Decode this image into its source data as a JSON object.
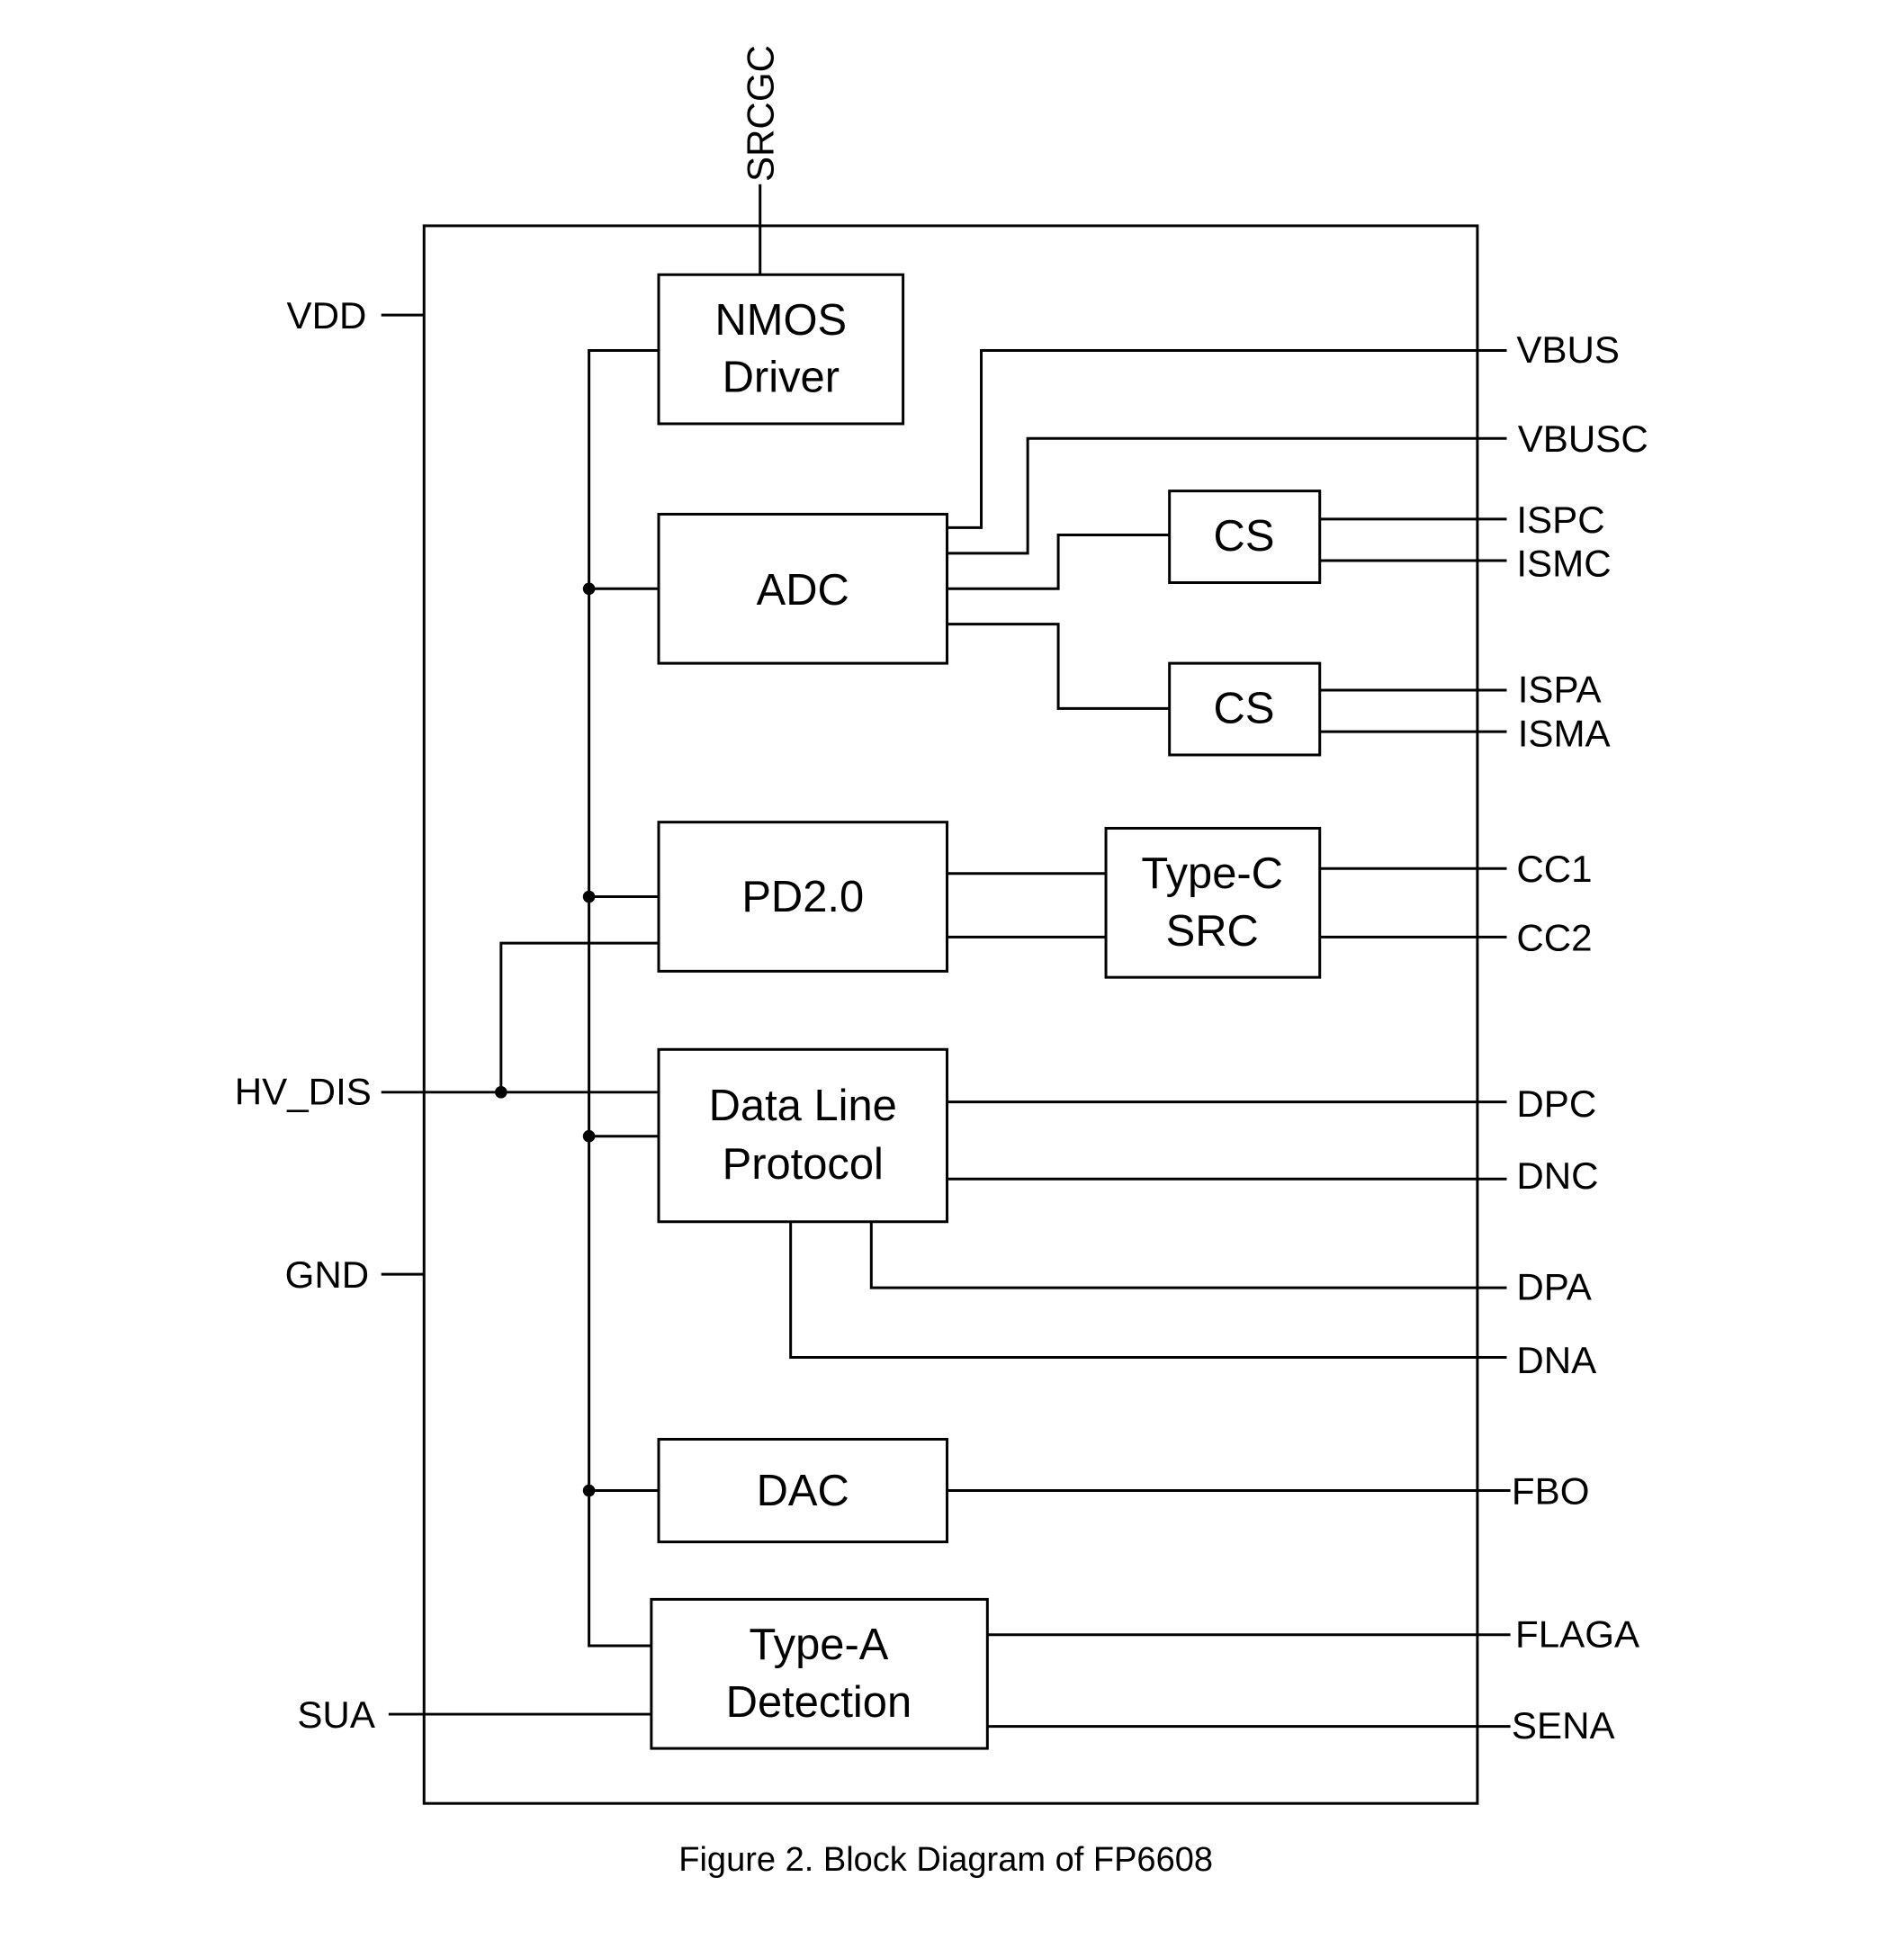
{
  "caption": "Figure 2. Block Diagram of FP6608",
  "blocks": {
    "nmos_driver": [
      "NMOS",
      "Driver"
    ],
    "adc": "ADC",
    "cs_c": "CS",
    "cs_a": "CS",
    "pd": "PD2.0",
    "typec_src": [
      "Type-C",
      "SRC"
    ],
    "dlp": [
      "Data Line",
      "Protocol"
    ],
    "dac": "DAC",
    "typea_det": [
      "Type-A",
      "Detection"
    ]
  },
  "pins": {
    "left": {
      "vdd": "VDD",
      "hv_dis": "HV_DIS",
      "gnd": "GND",
      "sua": "SUA"
    },
    "top": {
      "srcgc": "SRCGC"
    },
    "right": {
      "vbus": "VBUS",
      "vbusc": "VBUSC",
      "ispc": "ISPC",
      "ismc": "ISMC",
      "ispa": "ISPA",
      "isma": "ISMA",
      "cc1": "CC1",
      "cc2": "CC2",
      "dpc": "DPC",
      "dnc": "DNC",
      "dpa": "DPA",
      "dna": "DNA",
      "fbo": "FBO",
      "flaga": "FLAGA",
      "sena": "SENA"
    }
  }
}
